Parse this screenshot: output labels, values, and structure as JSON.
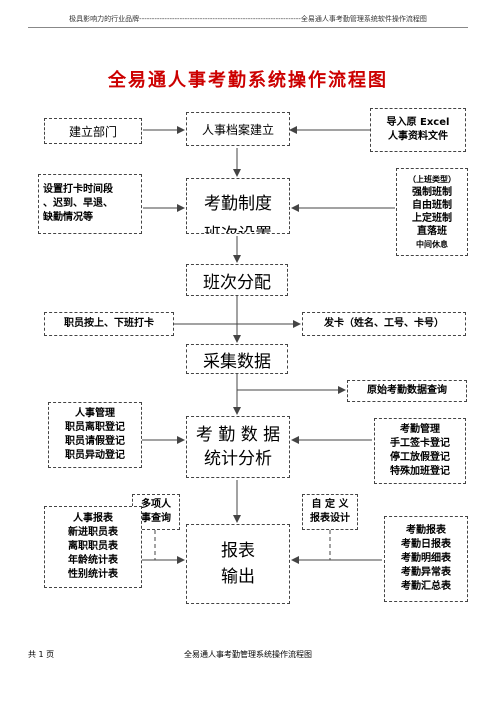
{
  "header": {
    "text": "极具影响力的行业品牌----------------------------------------------------------------全易通人事考勤管理系统软件操作流程图"
  },
  "title": "全易通人事考勤系统操作流程图",
  "nodes": {
    "personnel_file": "人事档案建立",
    "build_dept": "建立部门",
    "import_excel": [
      "导入原 Excel",
      "人事资料文件"
    ],
    "set_time": [
      "设置打卡时间段",
      "、迟到、早退、",
      "缺勤情况等"
    ],
    "attendance_rule": "考勤制度",
    "attendance_rule_sub": "班次设置",
    "shift_types": [
      "（上班类型）",
      "强制班制",
      "自由班制",
      "上定班制",
      "直落班",
      "中间休息"
    ],
    "shift_assign": "班次分配",
    "staff_punch": "职员按上、下班打卡",
    "issue_card": "发卡（姓名、工号、卡号）",
    "collect_data": "采集数据",
    "raw_query": "原始考勤数据查询",
    "hr_mgmt": [
      "人事管理",
      "职员离职登记",
      "职员请假登记",
      "职员异动登记"
    ],
    "attendance_calc": [
      "考 勤 数 据",
      "统计分析"
    ],
    "att_mgmt": [
      "考勤管理",
      "手工签卡登记",
      "停工放假登记",
      "特殊加班登记"
    ],
    "hr_report": [
      "人事报表",
      "新进职员表",
      "离职职员表",
      "年龄统计表",
      "性别统计表"
    ],
    "multi_query": [
      "多项人",
      "事查询"
    ],
    "report_output": [
      "报表",
      "输出"
    ],
    "custom_report": [
      "自 定 义",
      "报表设计"
    ],
    "att_report": [
      "考勤报表",
      "考勤日报表",
      "考勤明细表",
      "考勤异常表",
      "考勤汇总表"
    ]
  },
  "footer": {
    "left": "共 1 页",
    "center": "全易通人事考勤管理系统操作流程图"
  },
  "colors": {
    "title": "#cc0000",
    "line": "#444444"
  }
}
